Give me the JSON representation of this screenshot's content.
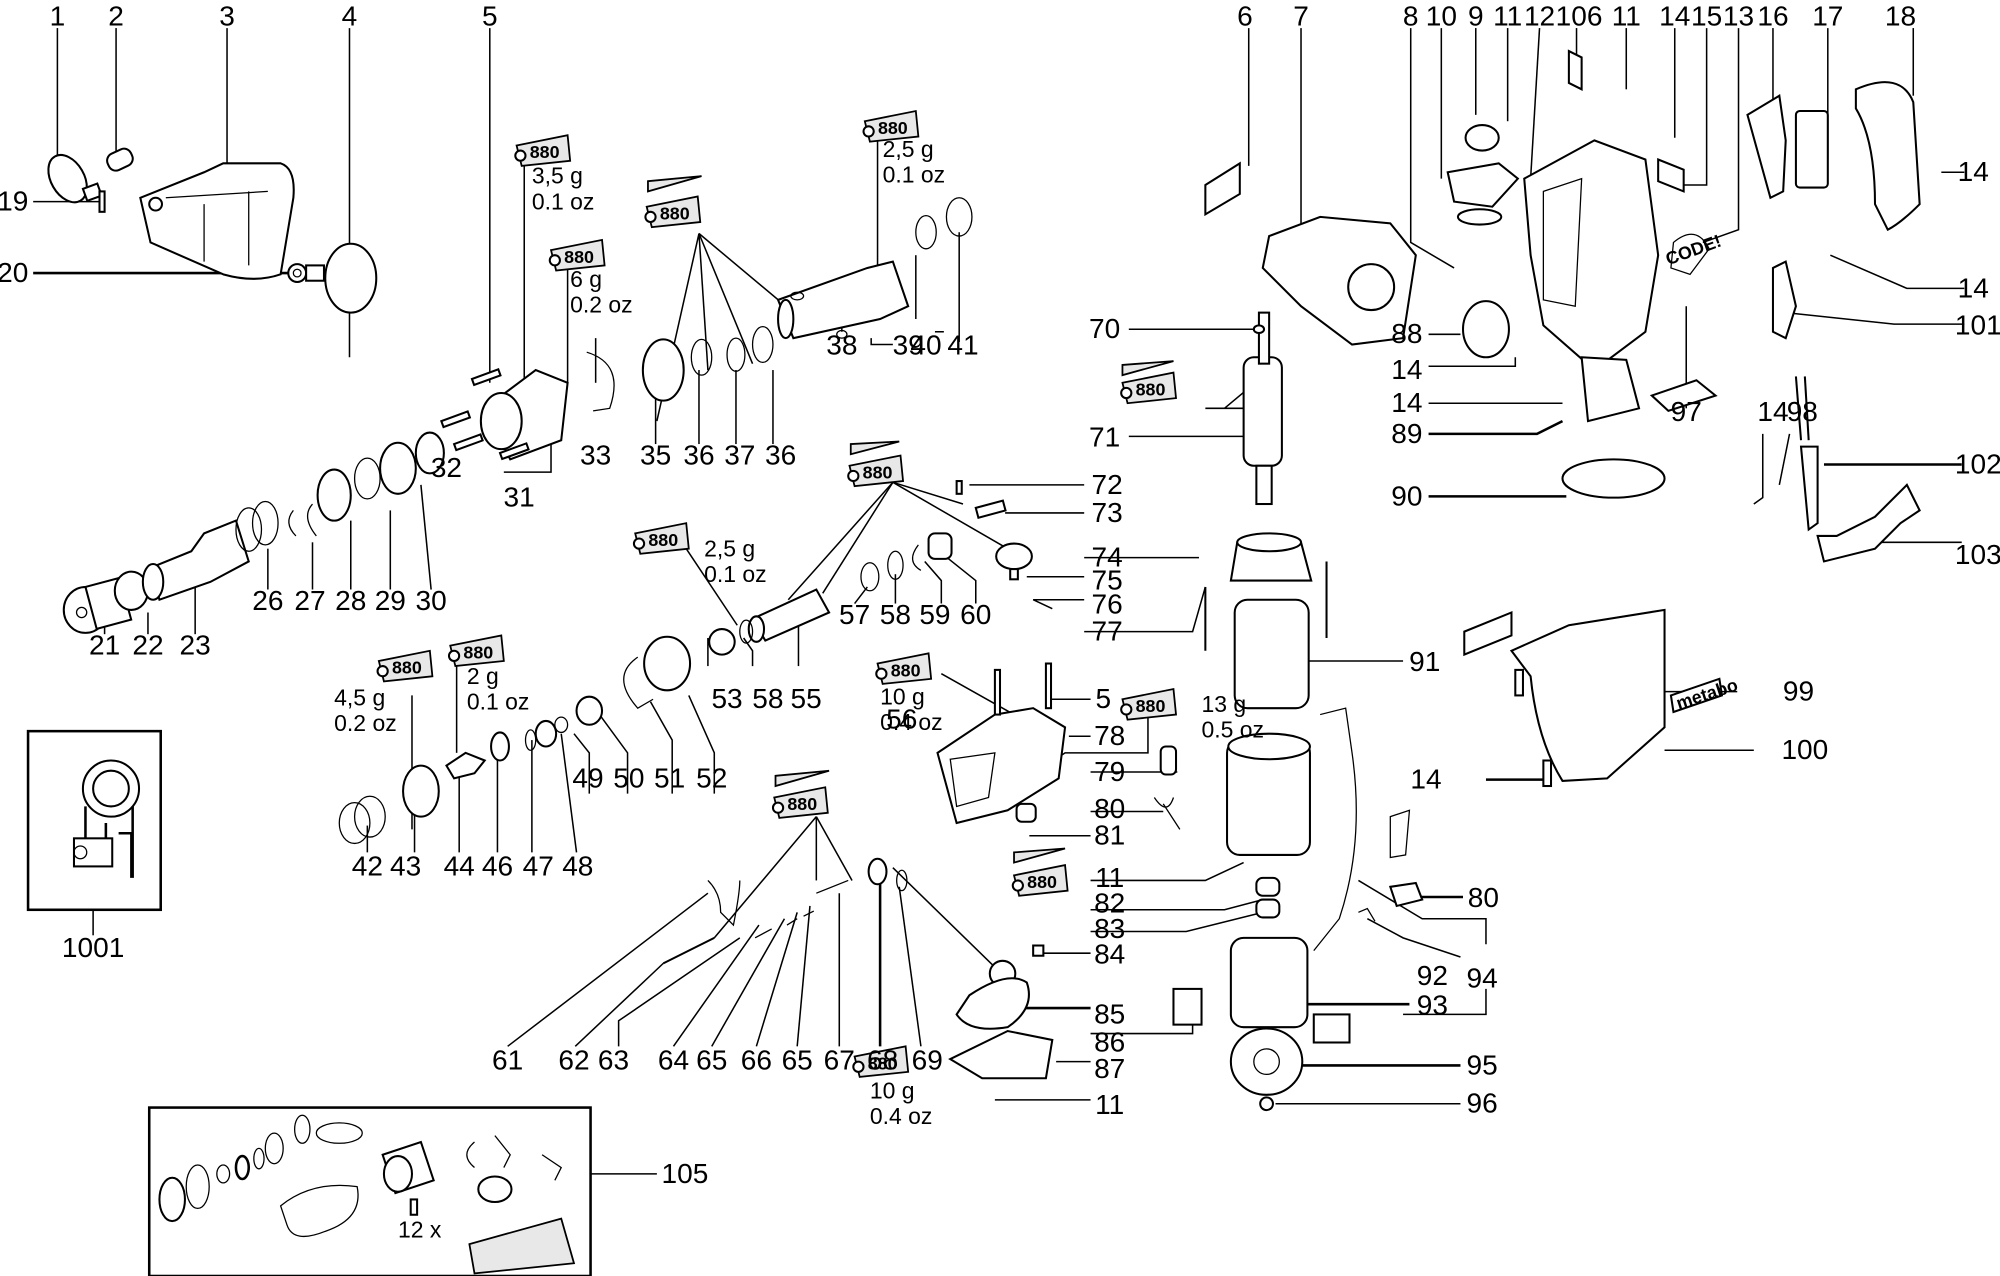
{
  "diagram": {
    "title": "Rotary hammer exploded view (spare parts diagram)",
    "brand_label": "metabo",
    "code_label": "CODE!",
    "grease_tube_label": "880",
    "kit_quantity_label": "12 x",
    "callouts": [
      {
        "id": "c1",
        "text": "1"
      },
      {
        "id": "c2",
        "text": "2"
      },
      {
        "id": "c3",
        "text": "3"
      },
      {
        "id": "c4",
        "text": "4"
      },
      {
        "id": "c5a",
        "text": "5"
      },
      {
        "id": "c6",
        "text": "6"
      },
      {
        "id": "c7",
        "text": "7"
      },
      {
        "id": "c8",
        "text": "8"
      },
      {
        "id": "c10",
        "text": "10"
      },
      {
        "id": "c9",
        "text": "9"
      },
      {
        "id": "c11a",
        "text": "11"
      },
      {
        "id": "c12",
        "text": "12"
      },
      {
        "id": "c106",
        "text": "106"
      },
      {
        "id": "c11b",
        "text": "11"
      },
      {
        "id": "c14a",
        "text": "14"
      },
      {
        "id": "c15",
        "text": "15"
      },
      {
        "id": "c13",
        "text": "13"
      },
      {
        "id": "c16",
        "text": "16"
      },
      {
        "id": "c17",
        "text": "17"
      },
      {
        "id": "c18",
        "text": "18"
      },
      {
        "id": "c19",
        "text": "19"
      },
      {
        "id": "c20",
        "text": "20"
      },
      {
        "id": "c14b",
        "text": "14"
      },
      {
        "id": "c14c",
        "text": "14"
      },
      {
        "id": "c101",
        "text": "101"
      },
      {
        "id": "c70",
        "text": "70"
      },
      {
        "id": "c88",
        "text": "88"
      },
      {
        "id": "c14d",
        "text": "14"
      },
      {
        "id": "c14e",
        "text": "14"
      },
      {
        "id": "c89",
        "text": "89"
      },
      {
        "id": "c97",
        "text": "97"
      },
      {
        "id": "c14f",
        "text": "14"
      },
      {
        "id": "c98",
        "text": "98"
      },
      {
        "id": "c102",
        "text": "102"
      },
      {
        "id": "c90",
        "text": "90"
      },
      {
        "id": "c103",
        "text": "103"
      },
      {
        "id": "c71",
        "text": "71"
      },
      {
        "id": "c72",
        "text": "72"
      },
      {
        "id": "c73",
        "text": "73"
      },
      {
        "id": "c74",
        "text": "74"
      },
      {
        "id": "c75",
        "text": "75"
      },
      {
        "id": "c76",
        "text": "76"
      },
      {
        "id": "c77",
        "text": "77"
      },
      {
        "id": "c91",
        "text": "91"
      },
      {
        "id": "c38",
        "text": "38"
      },
      {
        "id": "c39",
        "text": "39"
      },
      {
        "id": "c40",
        "text": "40"
      },
      {
        "id": "c41",
        "text": "41"
      },
      {
        "id": "c33",
        "text": "33"
      },
      {
        "id": "c35",
        "text": "35"
      },
      {
        "id": "c36a",
        "text": "36"
      },
      {
        "id": "c37",
        "text": "37"
      },
      {
        "id": "c36b",
        "text": "36"
      },
      {
        "id": "c32",
        "text": "32"
      },
      {
        "id": "c31",
        "text": "31"
      },
      {
        "id": "c26",
        "text": "26"
      },
      {
        "id": "c27",
        "text": "27"
      },
      {
        "id": "c28",
        "text": "28"
      },
      {
        "id": "c29",
        "text": "29"
      },
      {
        "id": "c30",
        "text": "30"
      },
      {
        "id": "c21",
        "text": "21"
      },
      {
        "id": "c22",
        "text": "22"
      },
      {
        "id": "c23",
        "text": "23"
      },
      {
        "id": "c57",
        "text": "57"
      },
      {
        "id": "c58a",
        "text": "58"
      },
      {
        "id": "c59",
        "text": "59"
      },
      {
        "id": "c60",
        "text": "60"
      },
      {
        "id": "c53",
        "text": "53"
      },
      {
        "id": "c58b",
        "text": "58"
      },
      {
        "id": "c55",
        "text": "55"
      },
      {
        "id": "c51",
        "text": "51"
      },
      {
        "id": "c52",
        "text": "52"
      },
      {
        "id": "c49",
        "text": "49"
      },
      {
        "id": "c50",
        "text": "50"
      },
      {
        "id": "c42",
        "text": "42"
      },
      {
        "id": "c43",
        "text": "43"
      },
      {
        "id": "c44",
        "text": "44"
      },
      {
        "id": "c46",
        "text": "46"
      },
      {
        "id": "c47",
        "text": "47"
      },
      {
        "id": "c48",
        "text": "48"
      },
      {
        "id": "c1001",
        "text": "1001"
      },
      {
        "id": "c5b",
        "text": "5"
      },
      {
        "id": "c78",
        "text": "78"
      },
      {
        "id": "c56",
        "text": "56"
      },
      {
        "id": "c79",
        "text": "79"
      },
      {
        "id": "c80a",
        "text": "80"
      },
      {
        "id": "c81",
        "text": "81"
      },
      {
        "id": "c11c",
        "text": "11"
      },
      {
        "id": "c82",
        "text": "82"
      },
      {
        "id": "c83",
        "text": "83"
      },
      {
        "id": "c84",
        "text": "84"
      },
      {
        "id": "c85",
        "text": "85"
      },
      {
        "id": "c86",
        "text": "86"
      },
      {
        "id": "c87",
        "text": "87"
      },
      {
        "id": "c11d",
        "text": "11"
      },
      {
        "id": "c99",
        "text": "99"
      },
      {
        "id": "c100",
        "text": "100"
      },
      {
        "id": "c14g",
        "text": "14"
      },
      {
        "id": "c80b",
        "text": "80"
      },
      {
        "id": "c92",
        "text": "92"
      },
      {
        "id": "c94",
        "text": "94"
      },
      {
        "id": "c93",
        "text": "93"
      },
      {
        "id": "c95",
        "text": "95"
      },
      {
        "id": "c96",
        "text": "96"
      },
      {
        "id": "c61",
        "text": "61"
      },
      {
        "id": "c62",
        "text": "62"
      },
      {
        "id": "c63",
        "text": "63"
      },
      {
        "id": "c64",
        "text": "64"
      },
      {
        "id": "c65a",
        "text": "65"
      },
      {
        "id": "c66",
        "text": "66"
      },
      {
        "id": "c65b",
        "text": "65"
      },
      {
        "id": "c67",
        "text": "67"
      },
      {
        "id": "c68",
        "text": "68"
      },
      {
        "id": "c69",
        "text": "69"
      },
      {
        "id": "c105",
        "text": "105"
      }
    ],
    "grease_amounts": [
      {
        "id": "g1",
        "grams": "3,5 g",
        "ounces": "0.1 oz"
      },
      {
        "id": "g2",
        "grams": "6 g",
        "ounces": "0.2 oz"
      },
      {
        "id": "g3",
        "grams": "2,5 g",
        "ounces": "0.1 oz"
      },
      {
        "id": "g4",
        "grams": "2,5 g",
        "ounces": "0.1 oz"
      },
      {
        "id": "g5",
        "grams": "2 g",
        "ounces": "0.1 oz"
      },
      {
        "id": "g6",
        "grams": "4,5 g",
        "ounces": "0.2 oz"
      },
      {
        "id": "g7",
        "grams": "10 g",
        "ounces": "0.4 oz"
      },
      {
        "id": "g8",
        "grams": "13 g",
        "ounces": "0.5 oz"
      },
      {
        "id": "g9",
        "grams": "10 g",
        "ounces": "0.4 oz"
      }
    ]
  }
}
